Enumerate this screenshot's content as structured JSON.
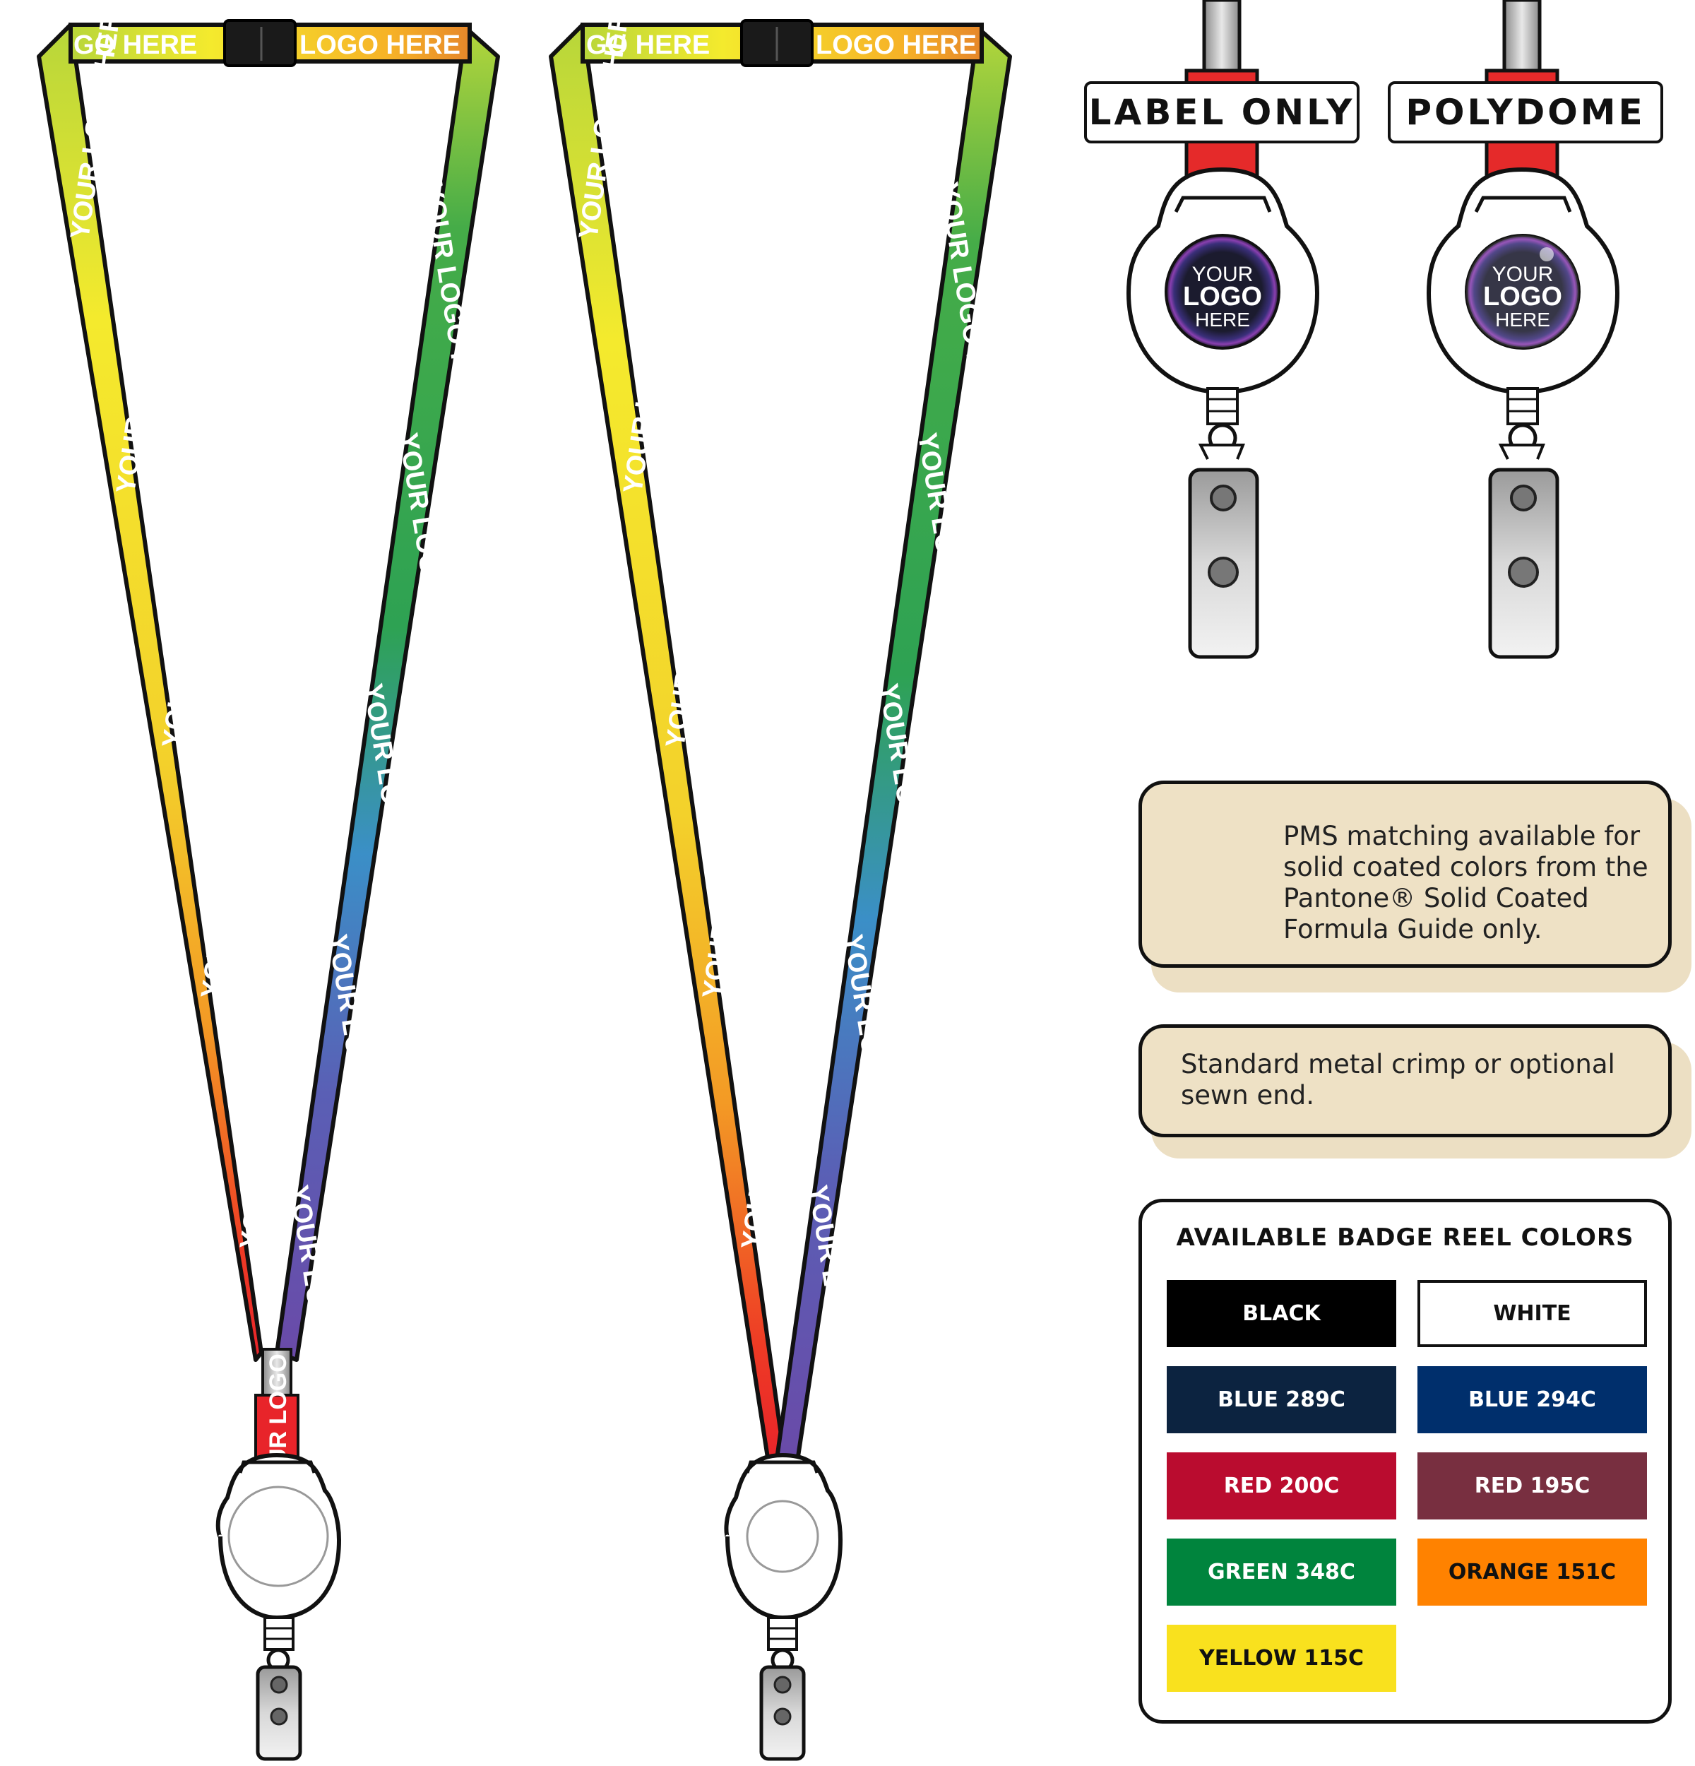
{
  "lanyard": {
    "logo_text": "YOUR LOGO HERE",
    "left_colors": [
      "#c6dc3a",
      "#f4ea2d",
      "#f1d52b",
      "#f39a25",
      "#ee3a25"
    ],
    "right_colors": [
      "#b5d63b",
      "#3aa64a",
      "#3d8fc7",
      "#5a5fb5",
      "#6a4aa8"
    ]
  },
  "reel_options": [
    {
      "label": "LABEL ONLY"
    },
    {
      "label": "POLYDOME"
    }
  ],
  "logo_badge": {
    "line1": "YOUR",
    "line2": "LOGO",
    "line3": "HERE"
  },
  "notes": {
    "pms": "PMS matching available for solid coated colors from the Pantone® Solid Coated Formula Guide only.",
    "crimp": "Standard metal crimp or optional sewn end."
  },
  "badge_reel_colors": {
    "title": "AVAILABLE BADGE REEL COLORS",
    "items": [
      {
        "label": "BLACK",
        "bg": "#000000",
        "fg": "#ffffff"
      },
      {
        "label": "WHITE",
        "bg": "#ffffff",
        "fg": "#111111"
      },
      {
        "label": "BLUE 289C",
        "bg": "#0c2340",
        "fg": "#ffffff"
      },
      {
        "label": "BLUE 294C",
        "bg": "#002f6c",
        "fg": "#ffffff"
      },
      {
        "label": "RED 200C",
        "bg": "#ba0c2f",
        "fg": "#ffffff"
      },
      {
        "label": "RED 195C",
        "bg": "#782f40",
        "fg": "#ffffff"
      },
      {
        "label": "GREEN 348C",
        "bg": "#00843d",
        "fg": "#ffffff"
      },
      {
        "label": "ORANGE 151C",
        "bg": "#ff8200",
        "fg": "#111111"
      },
      {
        "label": "YELLOW 115C",
        "bg": "#f9e11e",
        "fg": "#111111"
      }
    ]
  }
}
